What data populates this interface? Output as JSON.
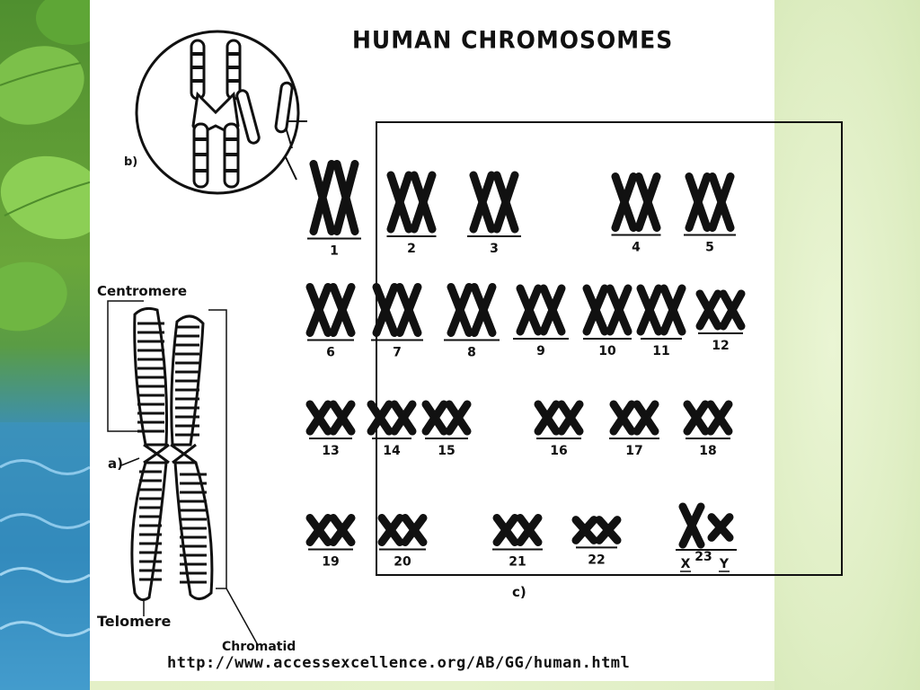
{
  "title": "HUMAN CHROMOSOMES",
  "panel_labels": {
    "a": "a)",
    "b": "b)",
    "c": "c)"
  },
  "structure_labels": {
    "centromere": "Centromere",
    "telomere": "Telomere",
    "chromatid": "Chromatid"
  },
  "karyotype": {
    "pairs": [
      "1",
      "2",
      "3",
      "4",
      "5",
      "6",
      "7",
      "8",
      "9",
      "10",
      "11",
      "12",
      "13",
      "14",
      "15",
      "16",
      "17",
      "18",
      "19",
      "20",
      "21",
      "22"
    ],
    "sex_label": {
      "x": "X",
      "number": "23",
      "y": "Y"
    }
  },
  "source_url": "http://www.accessexcellence.org/AB/GG/human.html",
  "colors": {
    "ink": "#111111",
    "slide": "#ffffff",
    "background": "#e2efc4"
  }
}
